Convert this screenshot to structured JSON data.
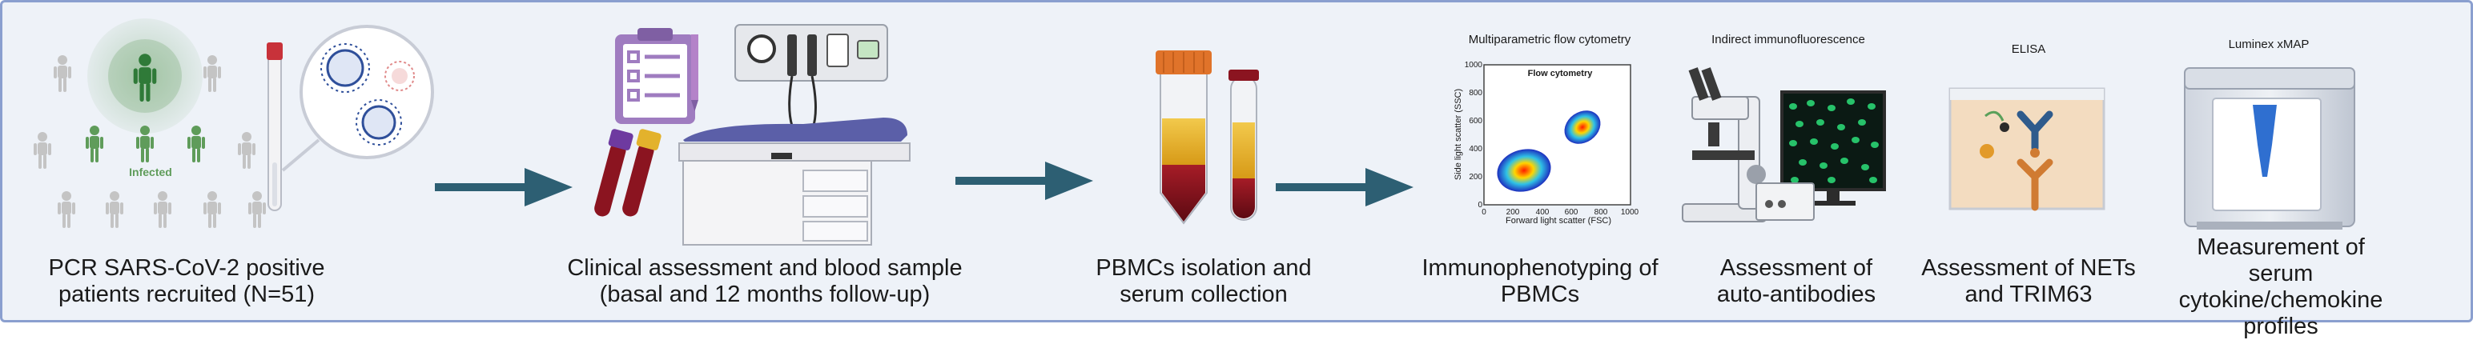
{
  "infected_label": "Infected",
  "steps": [
    {
      "caption_line1": "PCR SARS-CoV-2 positive",
      "caption_line2": "patients recruited (N=51)"
    },
    {
      "caption_line1": "Clinical assessment and blood sample",
      "caption_line2": "(basal and 12 months follow-up)"
    },
    {
      "caption_line1": "PBMCs isolation and",
      "caption_line2": "serum collection"
    },
    {
      "caption_line1": "Immunophenotyping of",
      "caption_line2": "PBMCs",
      "method_label": "Multiparametric flow cytometry"
    },
    {
      "caption_line1": "Assessment of",
      "caption_line2": "auto-antibodies",
      "method_label": "Indirect immunofluorescence"
    },
    {
      "caption_line1": "Assessment of NETs",
      "caption_line2": "and TRIM63",
      "method_label": "ELISA"
    },
    {
      "caption_line1": "Measurement of serum",
      "caption_line2": "cytokine/chemokine",
      "caption_line3": "profiles",
      "method_label": "Luminex xMAP"
    }
  ],
  "flow_plot": {
    "title": "Flow cytometry",
    "xlabel": "Forward light scatter (FSC)",
    "ylabel": "Side light scatter (SSC)",
    "x_ticks": [
      "0",
      "200",
      "400",
      "600",
      "800",
      "1000"
    ],
    "y_ticks": [
      "0",
      "200",
      "400",
      "600",
      "800",
      "1000"
    ]
  },
  "colors": {
    "background": "#eef2f8",
    "border": "#8a9fcf",
    "arrow": "#2d5f73",
    "infected_green": "#5f9c5a",
    "person_gray": "#c4c4c4",
    "bed_purple": "#5b5fa8",
    "serum_yellow": "#e2b324",
    "blood_red": "#8b1420",
    "cap_orange": "#e0732a",
    "antibody_blue": "#2f5b8c",
    "antibody_orange": "#d07b32"
  }
}
